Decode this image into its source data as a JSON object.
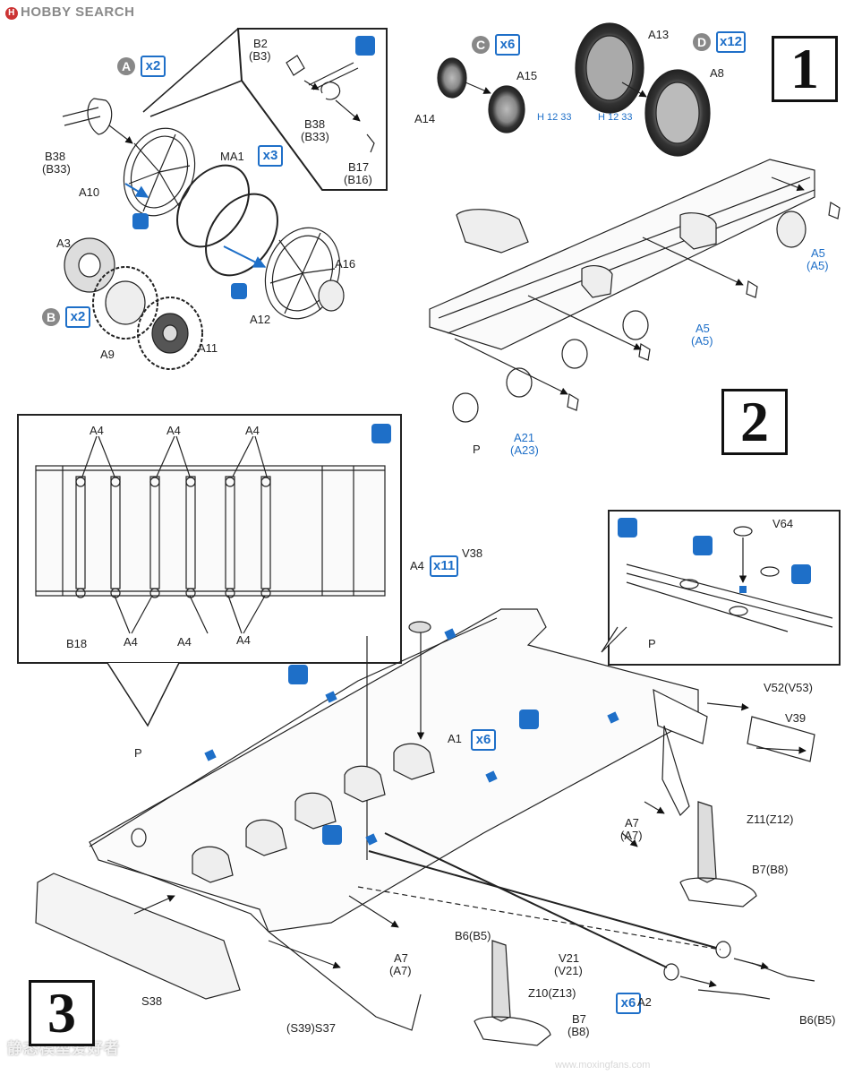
{
  "watermark": {
    "brand": "HOBBY SEARCH",
    "chinese": "静态模型爱好者",
    "url": "www.moxingfans.com"
  },
  "steps": [
    "1",
    "2",
    "3"
  ],
  "badges": [
    {
      "letter": "A",
      "qty": "x2"
    },
    {
      "letter": "B",
      "qty": "x2"
    },
    {
      "letter": "C",
      "qty": "x6"
    },
    {
      "letter": "D",
      "qty": "x12"
    }
  ],
  "qty_marks": {
    "ma1": "x3",
    "a4": "x11",
    "a1": "x6",
    "a2": "x6"
  },
  "color_tags": {
    "a15": "H 12 33",
    "a13": "H 12 33"
  },
  "icons": [
    "glue-icon",
    "paint-icon",
    "paint-icon",
    "paint-icon",
    "glue-icon",
    "glue-icon",
    "glue-icon",
    "glue-icon",
    "drill-icon",
    "remove-icon",
    "paint-icon"
  ],
  "step1_labels": {
    "b2": "B2",
    "b3": "(B3)",
    "b38_top": "B38",
    "b33_top": "(B33)",
    "b17": "B17",
    "b16": "(B16)",
    "b38_left": "B38",
    "b33_left": "(B33)",
    "a10": "A10",
    "ma1": "MA1",
    "a3": "A3",
    "a16": "A16",
    "a12": "A12",
    "a9": "A9",
    "a11": "A11",
    "a14": "A14",
    "a15": "A15",
    "a13": "A13",
    "a8": "A8"
  },
  "step2_labels": {
    "a5_top": "A5",
    "a5_top_alt": "(A5)",
    "a5_mid": "A5",
    "a5_mid_alt": "(A5)",
    "a21": "A21",
    "a23": "(A23)",
    "p": "P"
  },
  "step3_labels": {
    "a4_t1": "A4",
    "a4_t2": "A4",
    "a4_t3": "A4",
    "b18": "B18",
    "a4_b1": "A4",
    "a4_b2": "A4",
    "a4_b3": "A4",
    "v64": "V64",
    "p_inset": "P",
    "a4_main": "A4",
    "v38": "V38",
    "v52": "V52(V53)",
    "v39": "V39",
    "p_main": "P",
    "a1": "A1",
    "z11": "Z11(Z12)",
    "a7_r": "A7",
    "a7_r_alt": "(A7)",
    "b7_r": "B7(B8)",
    "b6_mid": "B6(B5)",
    "v21": "V21",
    "v21_alt": "(V21)",
    "a7_l": "A7",
    "a7_l_alt": "(A7)",
    "z10": "Z10(Z13)",
    "a2": "A2",
    "b6_r": "B6(B5)",
    "s38": "S38",
    "s37": "(S39)S37",
    "b7_l": "B7",
    "b8_l": "(B8)"
  }
}
